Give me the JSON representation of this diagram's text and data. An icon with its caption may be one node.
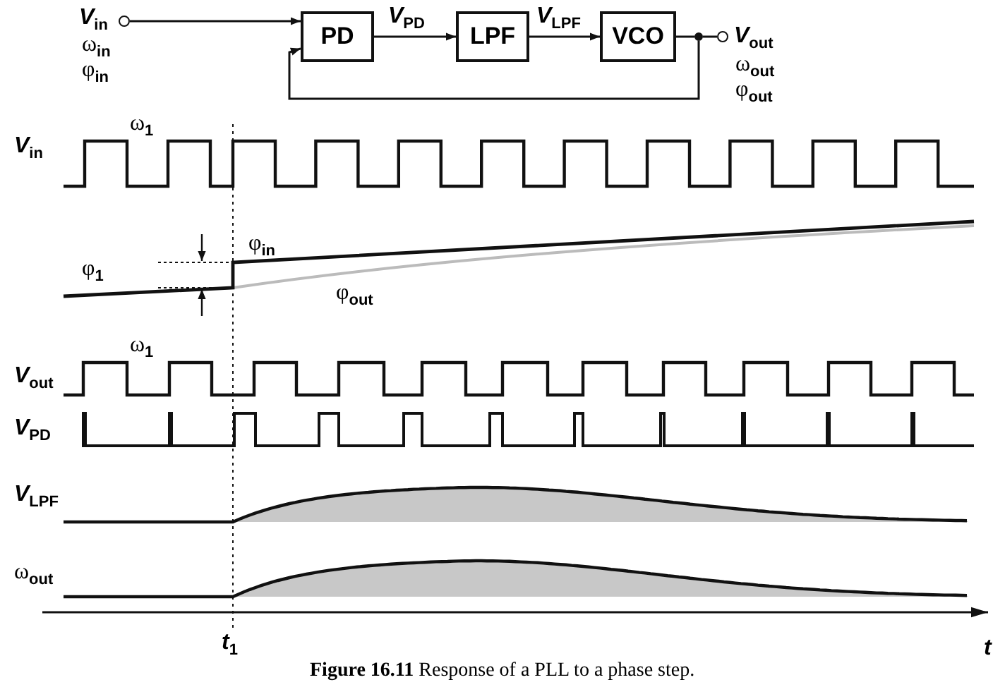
{
  "diagram": {
    "caption": "**Figure 16.11**   Response of a PLL to a phase step.",
    "nodes": [
      {
        "text": [],
        "shape": "circle",
        "beside": [
          "V$_{in}$",
          "ω$_{in}$",
          "φ$_{in}$"
        ]
      },
      {
        "text": [
          "PD"
        ]
      },
      {
        "text": [
          "LPF"
        ]
      },
      {
        "text": [
          "VCO"
        ]
      },
      {
        "text": [],
        "shape": "circle"
      },
      {
        "text": [],
        "shape": "circle",
        "beside": [
          "V$_{out}$",
          "ω$_{out}$",
          "φ$_{out}$"
        ]
      }
    ],
    "edges": [
      {
        "from": 0,
        "to": 1,
        "arrow": "to"
      },
      {
        "from": 1,
        "to": 2,
        "arrow": "to",
        "label": "V$_{PD}$"
      },
      {
        "from": 2,
        "to": 3,
        "arrow": "to",
        "label": "V$_{LPF}$"
      },
      {
        "from": 3,
        "to": 4,
        "arrow": "none"
      },
      {
        "from": 4,
        "to": 5,
        "arrow": "none"
      },
      {
        "from": 4,
        "to": 1,
        "arrow": "to"
      }
    ],
    "labels": [
      "ω$_{1}$",
      "V$_{in}$",
      "φ$_{in}$",
      "φ$_{1}$",
      "φ$_{out}$",
      "ω$_{1}$",
      "V$_{out}$",
      "V$_{PD}$",
      "V$_{LPF}$",
      "ω$_{out}$",
      "t$_{1}$",
      "t"
    ]
  }
}
